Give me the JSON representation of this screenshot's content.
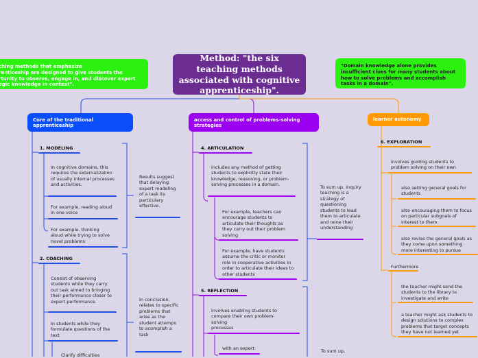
{
  "central": {
    "title": "Method: \"the six teaching methods associated with cognitive apprenticeship\"."
  },
  "callouts": {
    "left": "ching methods that emphasize\nrenticeship are designed to give students the\nrtunity to observe, engage in, and discover expert\negic knowledge in context\".",
    "right": "\"Domain knowledge alone provides insufficient clues for many students about how to solve problems and accomplish tasks in a domain\"."
  },
  "branches": {
    "traditional": {
      "label": "Core of the traditional apprenticeship",
      "modeling": {
        "heading": "1. MODELING",
        "items": [
          "In cognitive domains, this requires the externalization of usually internal processes and activities.",
          "For example, reading aloud in one voice",
          "For example, thinking aloud while trying to solve novel problems"
        ],
        "summary": "Results suggest that delaying expert modeling of a task its particulary effective."
      },
      "coaching": {
        "heading": "2. COACHING",
        "items": [
          "Consist of observing students while they carry out task aimed to bringing their performance closer to expert performance.",
          "In students while they formulate questions of the text",
          "Clarify difficulties"
        ],
        "summary": "In conclusion, relates to specific problems that arise as the student attemps to acomplish a task"
      }
    },
    "strategies": {
      "label": "access and control of problems-solving strategies",
      "articulation": {
        "heading": "4. ARTICULATION",
        "items": [
          "includes any method of getting students to explicitly state their knowledge, reasoning, or problem-solving processes in a domain.",
          "For example, teachers can encourage students to articulate their thoughts as they carry out their problem solving",
          "For example, have students assume the critic or monitor  role in cooperative activities in order to articulate their ideas to other students"
        ],
        "summary": "To sum up, inquiry teaching is a strategy of questioning students to lead them to articulate and reine their understanding"
      },
      "reflection": {
        "heading": "5. REFLECTION",
        "items": [
          "involves enabling students to compare their own problem-solving\n processes",
          "with an expert"
        ],
        "summary": "To sum up,"
      }
    },
    "autonomy": {
      "label": "learner autonomy",
      "exploration": {
        "heading": "6. EXPLORATION",
        "guiding": "involves guiding students to problem solving on their own",
        "guiding_items": [
          "also setting general goals for students",
          "also encouraging them to focus on particular subgoals of interest to them",
          "also revise the general goals as they come upon something more interesting to pursue"
        ],
        "furthermore": "Furthermore",
        "furthermore_items": [
          "the teacher might send the students to the library to investigate and write",
          "a teacher might ask students to design solutions to complex problems that target concepts they have not learned yet"
        ]
      }
    }
  },
  "colors": {
    "background": "#dcd7e8",
    "central": "#6b2d91",
    "blue": "#0a4dfa",
    "purple": "#9c00f0",
    "orange": "#ff9a06",
    "green": "#2cf010"
  }
}
